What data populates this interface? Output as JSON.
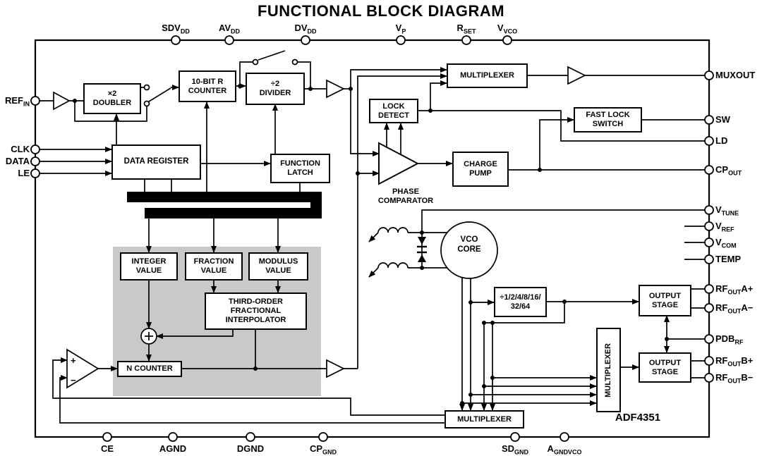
{
  "title": "FUNCTIONAL BLOCK DIAGRAM",
  "chip_label": "ADF4351",
  "colors": {
    "background": "#ffffff",
    "line": "#000000",
    "shaded_region": "#c9c9c9"
  },
  "blocks": {
    "doubler": "×2\nDOUBLER",
    "r_counter": "10-BIT R\nCOUNTER",
    "div2": "÷2\nDIVIDER",
    "data_register": "DATA REGISTER",
    "function_latch": "FUNCTION\nLATCH",
    "lock_detect": "LOCK\nDETECT",
    "mux_top": "MULTIPLEXER",
    "fast_lock": "FAST LOCK\nSWITCH",
    "charge_pump": "CHARGE\nPUMP",
    "phase_comparator": "PHASE\nCOMPARATOR",
    "integer_value": "INTEGER\nVALUE",
    "fraction_value": "FRACTION\nVALUE",
    "modulus_value": "MODULUS\nVALUE",
    "interpolator": "THIRD-ORDER\nFRACTIONAL\nINTERPOLATOR",
    "n_counter": "N COUNTER",
    "vco_core": "VCO\nCORE",
    "rf_divider": "÷1/2/4/8/16/\n32/64",
    "output_stage_a": "OUTPUT\nSTAGE",
    "output_stage_b": "OUTPUT\nSTAGE",
    "mux_right": "MULTIPLEXER",
    "mux_bottom": "MULTIPLEXER"
  },
  "pins": {
    "top": [
      {
        "pre": "SDV",
        "sub": "DD"
      },
      {
        "pre": "AV",
        "sub": "DD"
      },
      {
        "pre": "DV",
        "sub": "DD"
      },
      {
        "pre": "V",
        "sub": "P"
      },
      {
        "pre": "R",
        "sub": "SET"
      },
      {
        "pre": "V",
        "sub": "VCO"
      }
    ],
    "left": [
      {
        "pre": "REF",
        "sub": "IN"
      },
      {
        "pre": "CLK",
        "sub": ""
      },
      {
        "pre": "DATA",
        "sub": ""
      },
      {
        "pre": "LE",
        "sub": ""
      }
    ],
    "right": [
      {
        "pre": "MUXOUT",
        "sub": "",
        "post": ""
      },
      {
        "pre": "SW",
        "sub": "",
        "post": ""
      },
      {
        "pre": "LD",
        "sub": "",
        "post": ""
      },
      {
        "pre": "CP",
        "sub": "OUT",
        "post": ""
      },
      {
        "pre": "V",
        "sub": "TUNE",
        "post": ""
      },
      {
        "pre": "V",
        "sub": "REF",
        "post": ""
      },
      {
        "pre": "V",
        "sub": "COM",
        "post": ""
      },
      {
        "pre": "TEMP",
        "sub": "",
        "post": ""
      },
      {
        "pre": "RF",
        "sub": "OUT",
        "post": "A+"
      },
      {
        "pre": "RF",
        "sub": "OUT",
        "post": "A−"
      },
      {
        "pre": "PDB",
        "sub": "RF",
        "post": ""
      },
      {
        "pre": "RF",
        "sub": "OUT",
        "post": "B+"
      },
      {
        "pre": "RF",
        "sub": "OUT",
        "post": "B−"
      }
    ],
    "bottom": [
      {
        "pre": "CE",
        "sub": ""
      },
      {
        "pre": "AGND",
        "sub": ""
      },
      {
        "pre": "DGND",
        "sub": ""
      },
      {
        "pre": "CP",
        "sub": "GND"
      },
      {
        "pre": "SD",
        "sub": "GND"
      },
      {
        "pre": "A",
        "sub": "GNDVCO"
      }
    ]
  }
}
